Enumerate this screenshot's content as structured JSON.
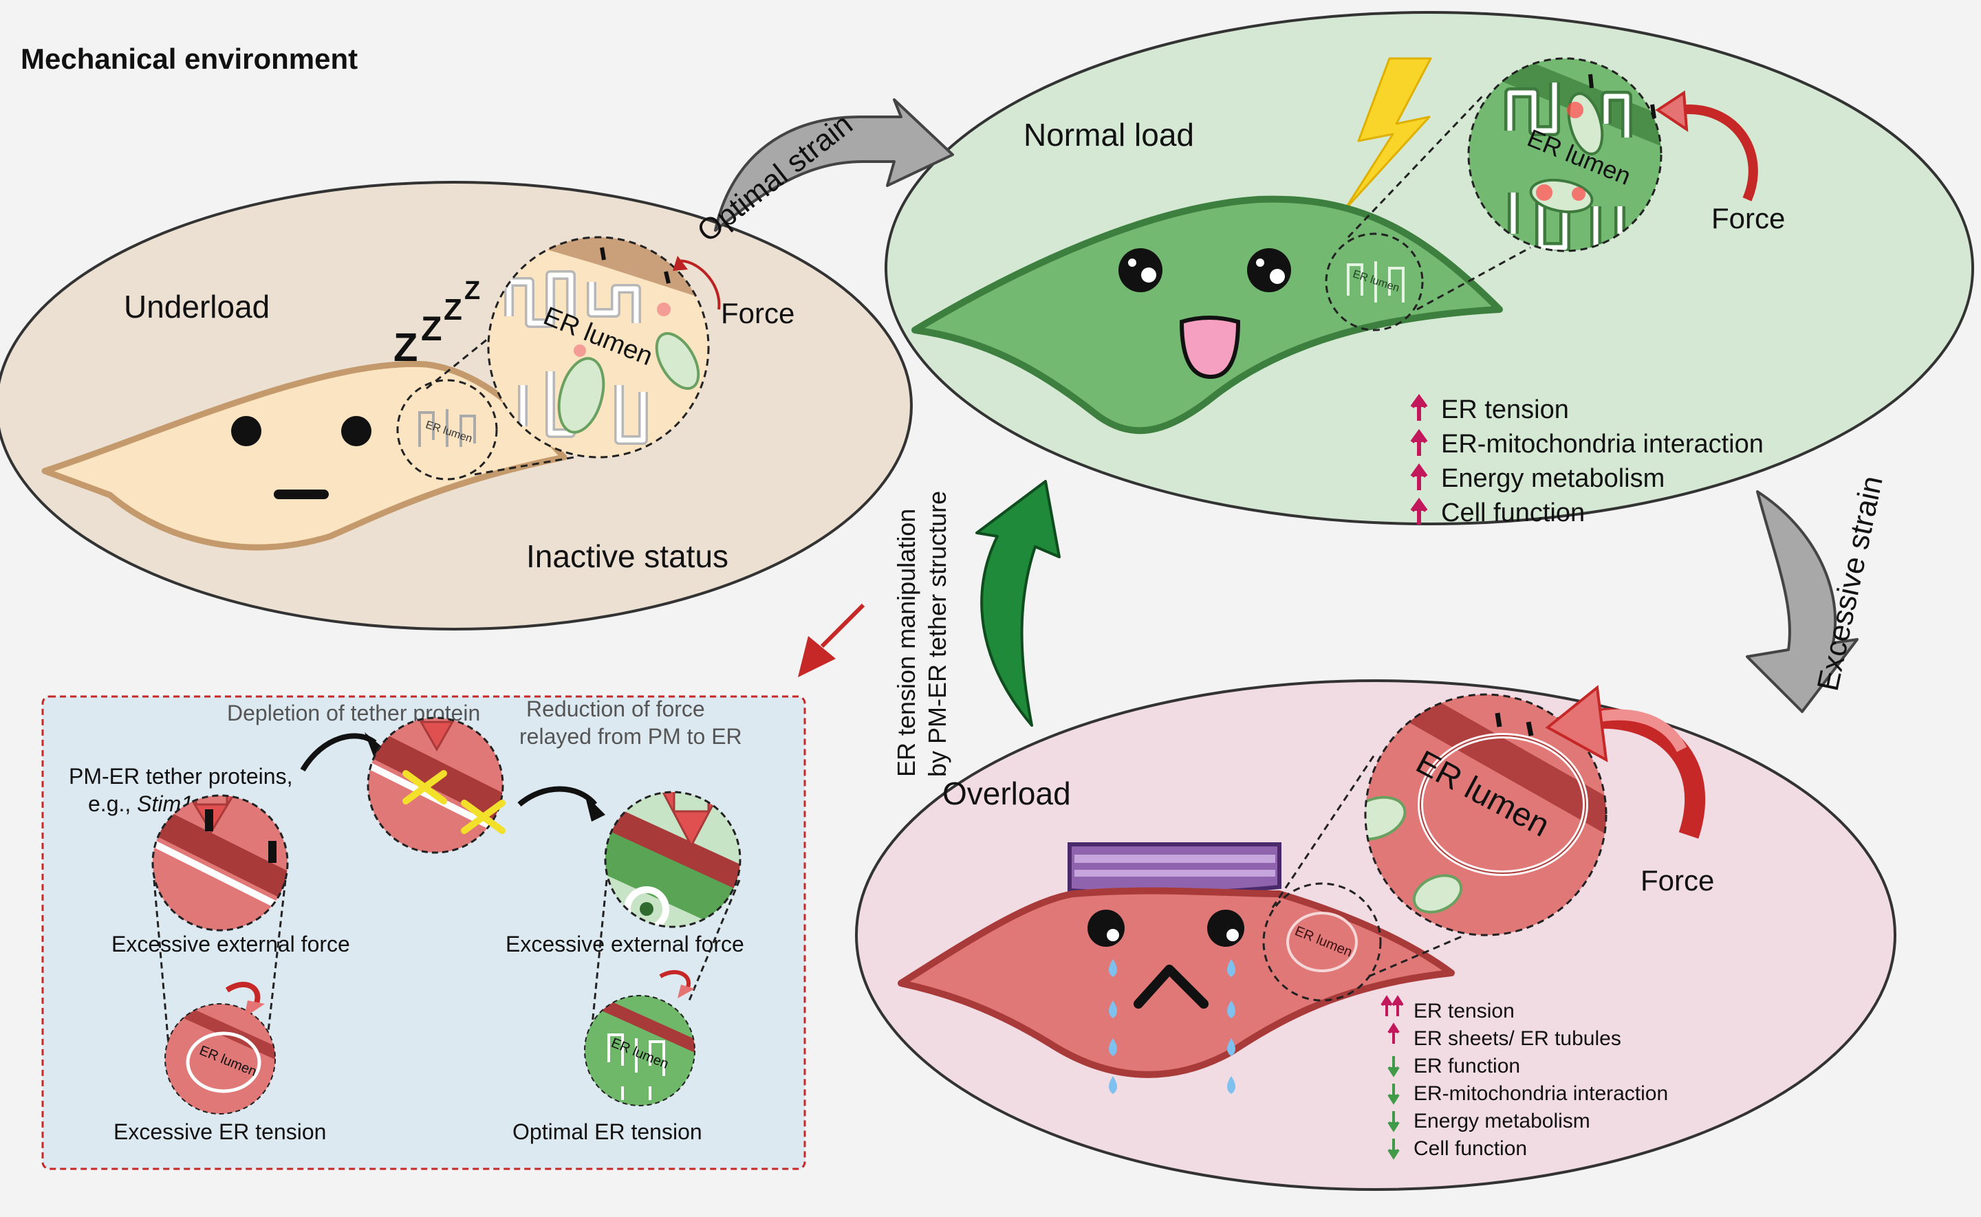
{
  "title": "Mechanical environment",
  "underload": {
    "label": "Underload",
    "status": "Inactive status",
    "sleep_letters": [
      "Z",
      "Z",
      "Z",
      "Z"
    ],
    "zoom_er_label": "ER lumen",
    "mini_er_label": "ER lumen",
    "force_label": "Force",
    "colors": {
      "panel": "#ece0d3",
      "cell": "#fbe4c1",
      "cell_edge": "#c49a6c"
    }
  },
  "normal": {
    "label": "Normal load",
    "zoom_er_label": "ER lumen",
    "mini_er_label": "ER lumen",
    "force_label": "Force",
    "effects": [
      "ER tension",
      "ER-mitochondria interaction",
      "Energy metabolism",
      "Cell function"
    ],
    "colors": {
      "panel": "#d5e8d3",
      "cell": "#74b972",
      "cell_edge": "#3d7f3e",
      "up_arrow": "#c2185b"
    }
  },
  "overload": {
    "label": "Overload",
    "zoom_er_label": "ER lumen",
    "mini_er_label": "ER lumen",
    "force_label": "Force",
    "effects": [
      {
        "dir": "upup",
        "text": "ER tension"
      },
      {
        "dir": "up",
        "text": "ER sheets/ ER tubules"
      },
      {
        "dir": "down",
        "text": "ER function"
      },
      {
        "dir": "down",
        "text": "ER-mitochondria interaction"
      },
      {
        "dir": "down",
        "text": "Energy metabolism"
      },
      {
        "dir": "down",
        "text": "Cell function"
      }
    ],
    "colors": {
      "panel": "#f2dce3",
      "cell": "#e07878",
      "cell_edge": "#a83a3a",
      "down_arrow": "#3f9b48"
    }
  },
  "arrows": {
    "optimal_strain": "Optimal strain",
    "excessive_strain": "Excessive strain",
    "manipulation_line1": "ER tension manipulation",
    "manipulation_line2": "by PM-ER tether structure"
  },
  "inset": {
    "tether_label_line1": "PM-ER tether proteins,",
    "tether_label_line2_prefix": "e.g., ",
    "tether_label_italic": "Stim1",
    "depletion": "Depletion of tether protein",
    "reduction_line1": "Reduction of force",
    "reduction_line2": "relayed from PM to ER",
    "external_force_left": "Excessive external force",
    "external_force_right": "Excessive external force",
    "tension_left": "Excessive ER tension",
    "tension_right": "Optimal ER tension",
    "er_left": "ER lumen",
    "er_right": "ER lumen",
    "colors": {
      "panel": "#dde9f0",
      "border": "#c62828"
    }
  }
}
